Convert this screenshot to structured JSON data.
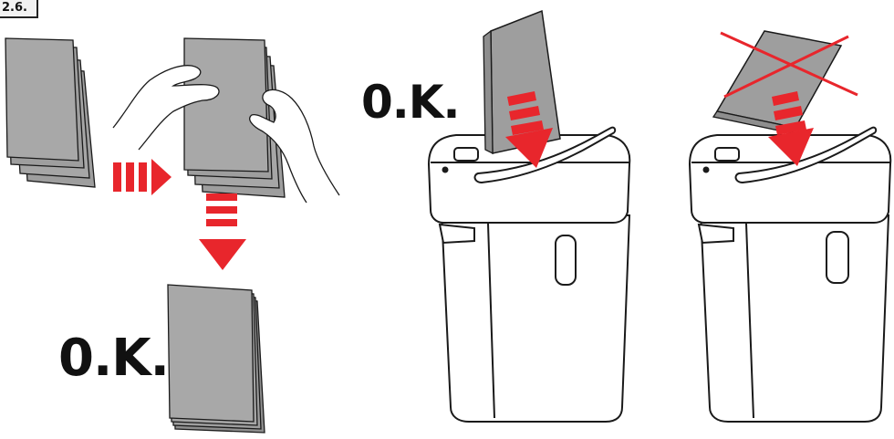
{
  "step_label": "2.6.",
  "ok_label_1": "0.K.",
  "ok_label_2": "0.K.",
  "colors": {
    "paper": "#9e9e9e",
    "paper_edge": "#333333",
    "arrow_red": "#e8262c",
    "outline": "#1a1a1a",
    "background": "#ffffff"
  },
  "icons": [
    "paper-stack-icon",
    "hands-icon",
    "red-arrow-right-icon",
    "red-arrow-down-icon",
    "shredder-icon",
    "cross-mark-icon"
  ]
}
